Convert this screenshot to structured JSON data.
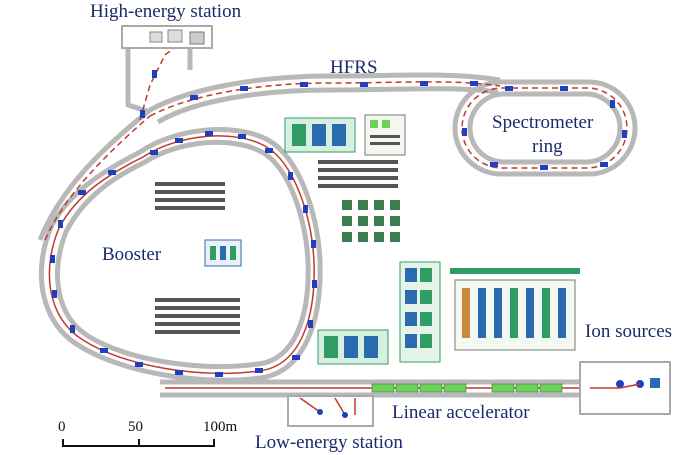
{
  "labels": {
    "high_energy_station": "High-energy station",
    "hfrs": "HFRS",
    "spectrometer_ring_line1": "Spectrometer",
    "spectrometer_ring_line2": "ring",
    "booster": "Booster",
    "ion_sources": "Ion sources",
    "linear_accelerator": "Linear accelerator",
    "low_energy_station": "Low-energy station"
  },
  "scale_bar": {
    "ticks": [
      "0",
      "50",
      "100m"
    ]
  },
  "colors": {
    "label_text": "#1a2a6c",
    "dipole_magnet": "#1f3fbf",
    "quadrupole_magnet": "#c0392b",
    "linac_cavity": "#6ecf5a",
    "equipment_green": "#2e9c63",
    "equipment_blue": "#2a6bb0",
    "tunnel_wall": "#b8b8b8"
  }
}
